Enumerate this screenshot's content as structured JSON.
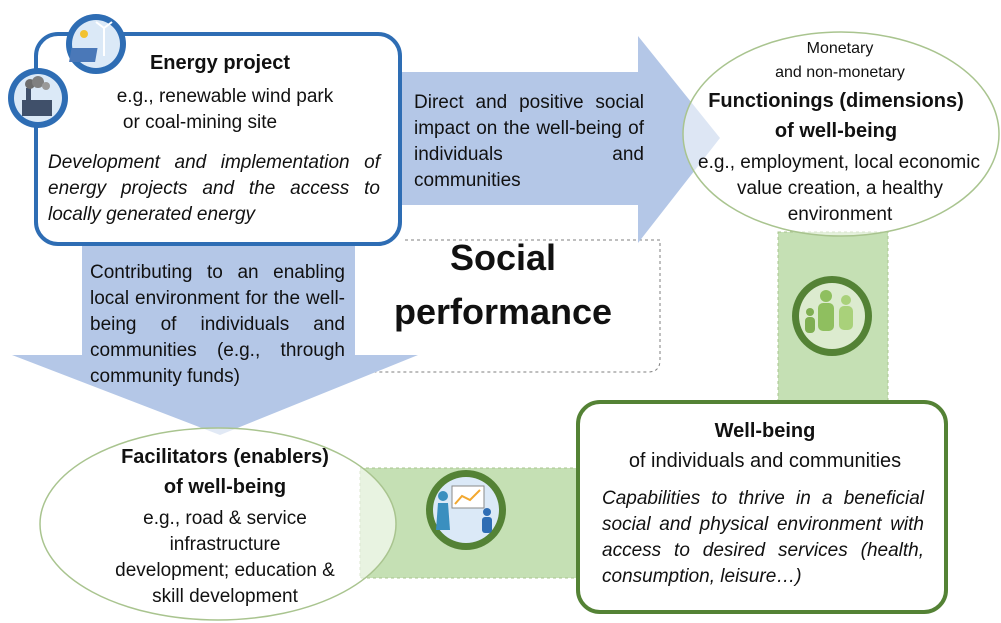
{
  "energy_project": {
    "title": "Energy project",
    "example_line1": "e.g., renewable wind park",
    "example_line2": "or coal-mining site",
    "description": "Development and implementation of energy projects and the access to locally generated energy"
  },
  "arrow_right_text": "Direct and positive social impact on the well-being of individuals and communities",
  "arrow_down_text": "Contributing to an enabling local environment for the well-being of individuals and communities (e.g., through community funds)",
  "center_title_line1": "Social",
  "center_title_line2": "performance",
  "functionings": {
    "pre_line1": "Monetary",
    "pre_line2": "and non-monetary",
    "title_line1": "Functionings (dimensions)",
    "title_line2": "of well-being",
    "example_line1": "e.g., employment, local economic",
    "example_line2": "value creation, a healthy",
    "example_line3": "environment"
  },
  "facilitators": {
    "title_line1": "Facilitators (enablers)",
    "title_line2": "of well-being",
    "example_line1": "e.g., road & service",
    "example_line2": "infrastructure",
    "example_line3": "development; education &",
    "example_line4": "skill development"
  },
  "wellbeing": {
    "title": "Well-being",
    "subtitle": "of individuals and communities",
    "description": "Capabilities to thrive in a beneficial social and physical environment with access to desired services (health, consumption, leisure…)"
  },
  "colors": {
    "blue_border": "#2e6db4",
    "arrow_fill": "#b4c7e7",
    "green_border": "#548235",
    "green_band": "#c5e0b4",
    "ellipse_border": "#a9c48f"
  },
  "icons": [
    "wind-solar-icon",
    "factory-smoke-icon",
    "family-icon",
    "presentation-icon"
  ]
}
